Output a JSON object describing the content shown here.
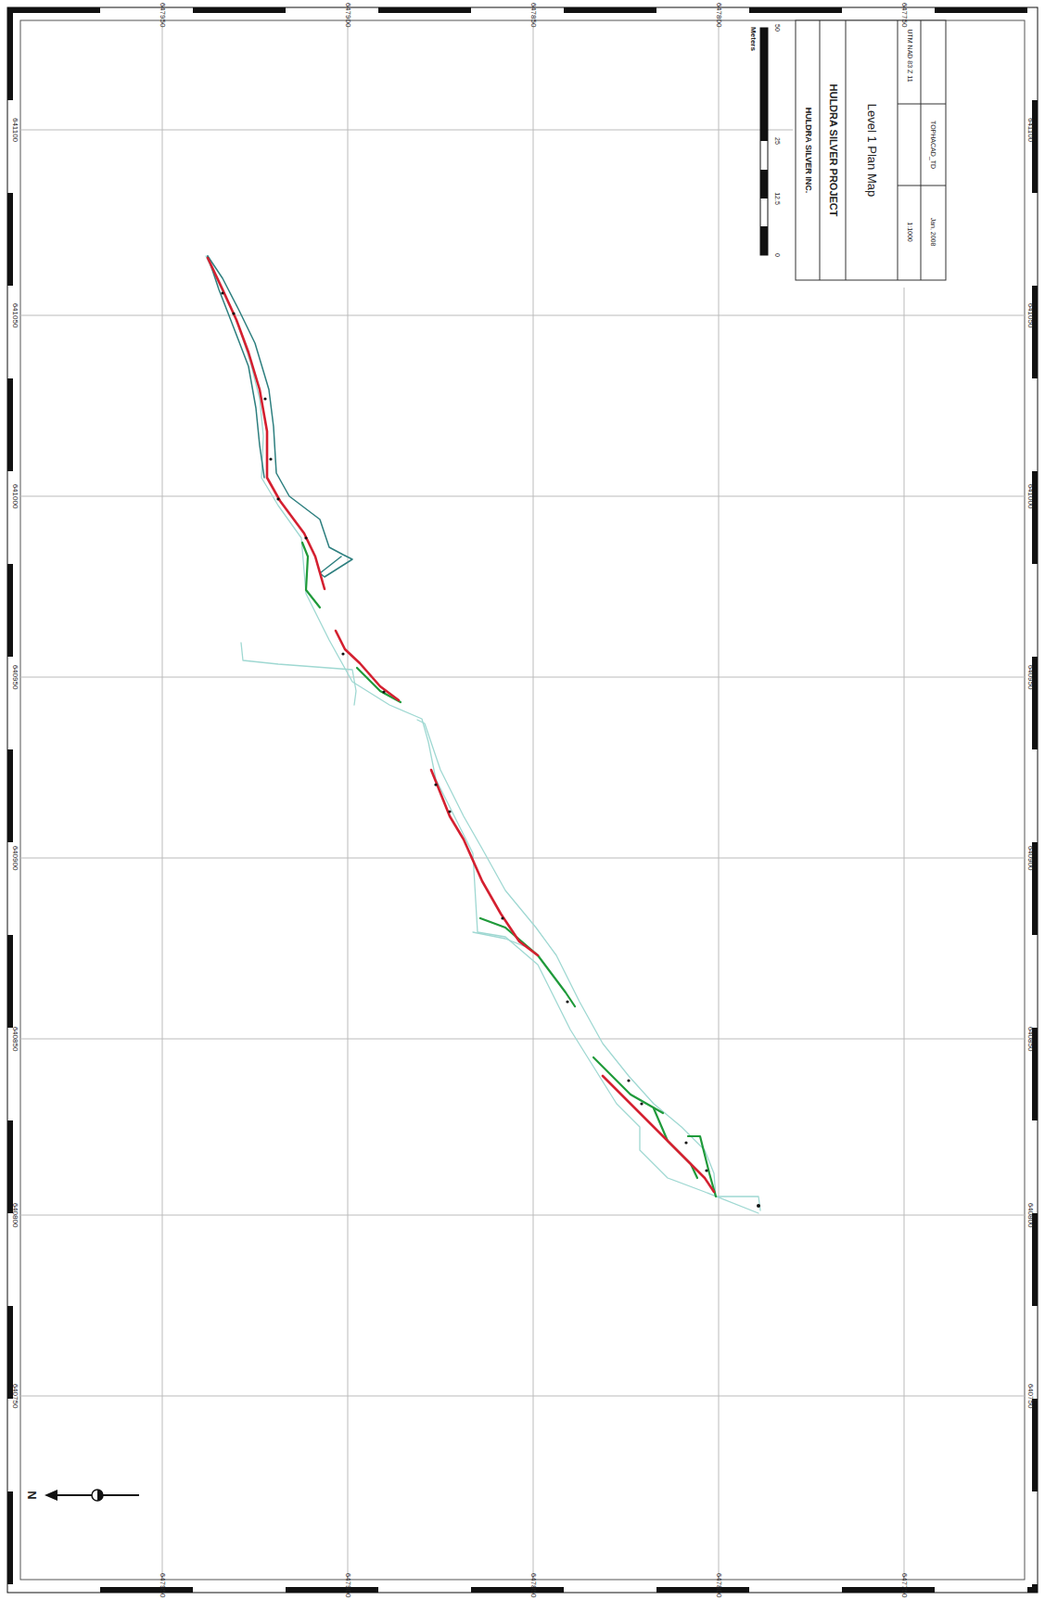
{
  "diagram": {
    "title": "Level 1 Plan Map",
    "labels": [
      "647950",
      "647900",
      "647850",
      "647800",
      "647750",
      "647950",
      "647900",
      "647850",
      "647800",
      "647750",
      "641100",
      "641050",
      "641000",
      "640950",
      "640900",
      "640850",
      "640800",
      "640750",
      "641100",
      "641050",
      "641000",
      "640950",
      "640900",
      "640850",
      "640800",
      "640750",
      "HULDRA SILVER INC.",
      "HULDRA SILVER PROJECT",
      "1:1000",
      "Jan, 2008",
      "TOPHACAD_TD",
      "UTM NAD 83 Z 11",
      "Meters",
      "0",
      "12.5",
      "25",
      "50",
      "N"
    ]
  }
}
